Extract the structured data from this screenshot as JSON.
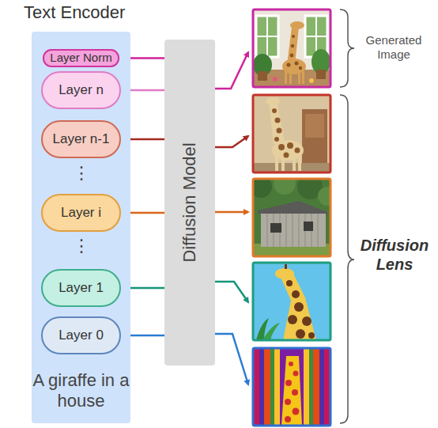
{
  "diagram": {
    "nodes": [
      {
        "text": [
          "Text Encoder",
          "A giraffe in a house"
        ]
      },
      {
        "text": [
          "Layer Norm"
        ],
        "in": 0
      },
      {
        "text": [
          "Layer n"
        ],
        "in": 0
      },
      {
        "text": [
          "Layer n-1"
        ],
        "in": 0
      },
      {
        "text": [
          "Layer i"
        ],
        "in": 0
      },
      {
        "text": [
          "Layer 1"
        ],
        "in": 0
      },
      {
        "text": [
          "Layer 0"
        ],
        "in": 0
      },
      {
        "text": [
          "Diffusion Model"
        ]
      }
    ],
    "edges": [
      {
        "from": 1,
        "to": 7,
        "arrow": "none"
      },
      {
        "from": 2,
        "to": 7,
        "arrow": "none"
      },
      {
        "from": 3,
        "to": 7,
        "arrow": "none"
      },
      {
        "from": 4,
        "to": 7,
        "arrow": "none"
      },
      {
        "from": 5,
        "to": 7,
        "arrow": "none"
      },
      {
        "from": 6,
        "to": 7,
        "arrow": "none"
      }
    ],
    "labels": [
      "⋮",
      "⋮",
      "Generated Image",
      "Diffusion Lens"
    ]
  }
}
